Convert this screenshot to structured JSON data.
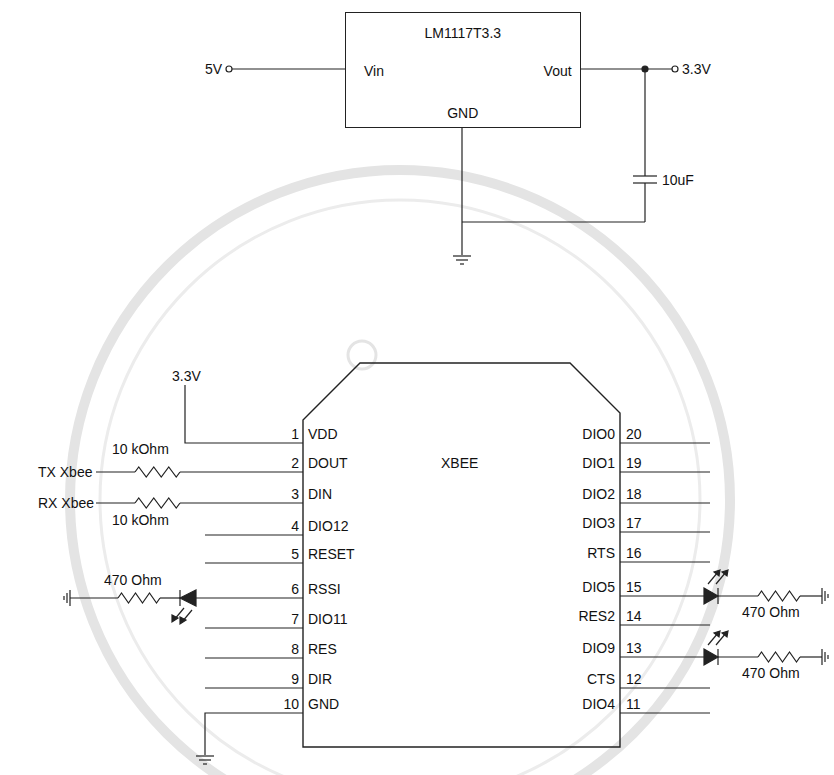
{
  "diagram": {
    "nodes": [
      {
        "text": [
          "LM1117T3.3",
          "Vin",
          "Vout",
          "GND"
        ]
      },
      {
        "text": [
          "XBEE"
        ]
      }
    ],
    "labels": [
      "5V",
      "3.3V",
      "10uF",
      "3.3V",
      "TX Xbee",
      "10 kOhm",
      "RX Xbee",
      "10 kOhm",
      "470 Ohm",
      "1",
      "VDD",
      "2",
      "DOUT",
      "3",
      "DIN",
      "4",
      "DIO12",
      "5",
      "RESET",
      "6",
      "RSSI",
      "7",
      "DIO11",
      "8",
      "RES",
      "9",
      "DIR",
      "10",
      "GND",
      "DIO0",
      "20",
      "DIO1",
      "19",
      "DIO2",
      "18",
      "DIO3",
      "17",
      "RTS",
      "16",
      "DIO5",
      "15",
      "RES2",
      "14",
      "DIO9",
      "13",
      "CTS",
      "12",
      "DIO4",
      "11",
      "470 Ohm",
      "470 Ohm"
    ]
  }
}
